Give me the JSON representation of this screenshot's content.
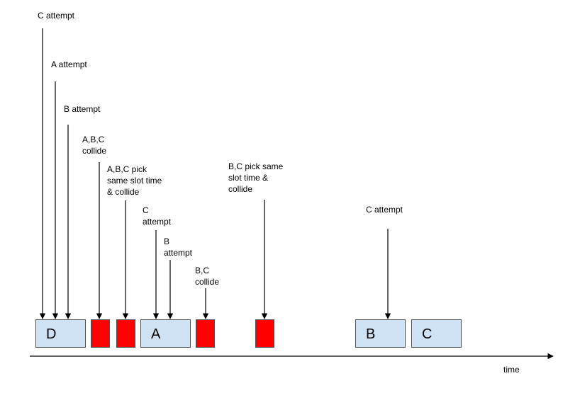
{
  "labels": {
    "c_attempt_1": "C attempt",
    "a_attempt_1": "A attempt",
    "b_attempt_1": "B attempt",
    "abc_collide": "A,B,C\ncollide",
    "abc_pick_collide": "A,B,C pick\nsame slot time\n& collide",
    "c_attempt_2": "C\nattempt",
    "b_attempt_2": "B\nattempt",
    "bc_collide": "B,C\ncollide",
    "bc_pick_collide": "B,C pick same\nslot time &\ncollide",
    "c_attempt_3": "C attempt",
    "time_axis": "time"
  },
  "frames": {
    "d": "D",
    "a": "A",
    "b": "B",
    "c": "C"
  },
  "colors": {
    "success_frame": "#cfe2f3",
    "collision_frame": "#ff0000",
    "line": "#000000"
  }
}
